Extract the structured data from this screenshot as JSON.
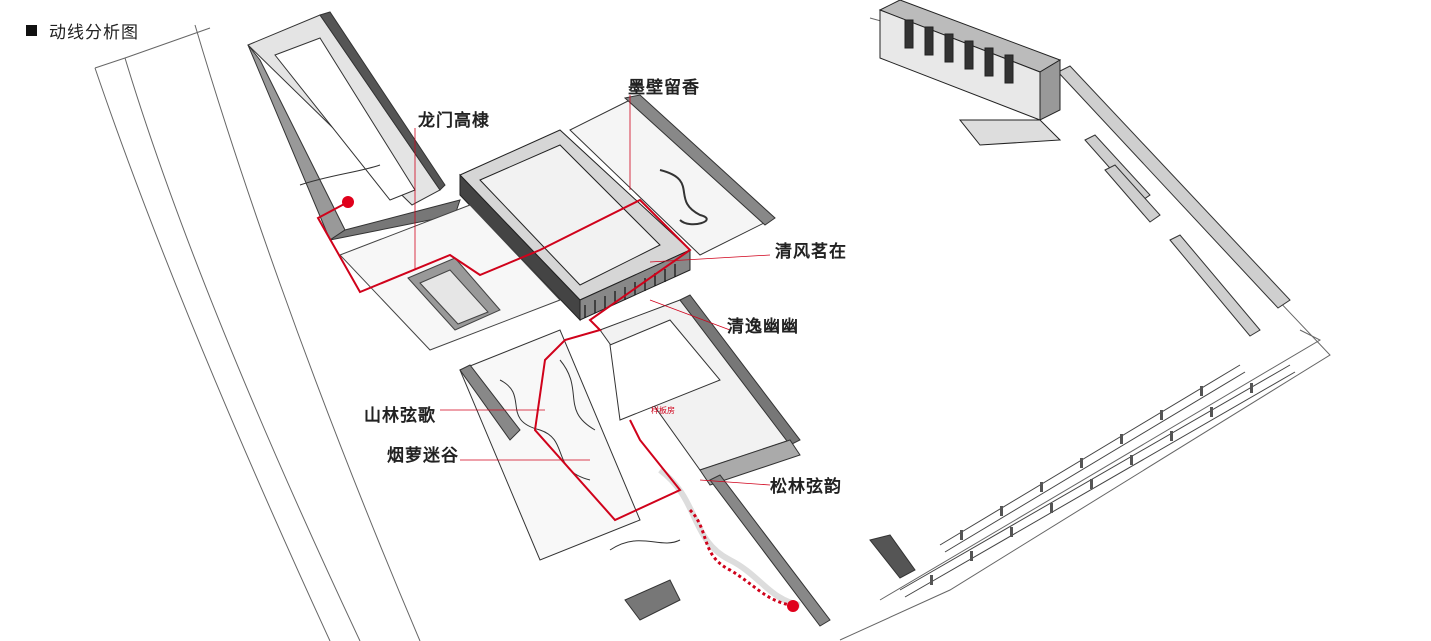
{
  "header": {
    "title": "动线分析图"
  },
  "labels": {
    "longmen": "龙门高棣",
    "mobi": "墨壁留香",
    "qingfeng": "清风茗在",
    "qingyi": "清逸幽幽",
    "shanlin": "山林弦歌",
    "yanluo": "烟萝迷谷",
    "songlin": "松林弦韵",
    "yangban": "样板房"
  },
  "colors": {
    "route": "#d0021b",
    "line": "#555555",
    "dark": "#3a3a3a"
  }
}
